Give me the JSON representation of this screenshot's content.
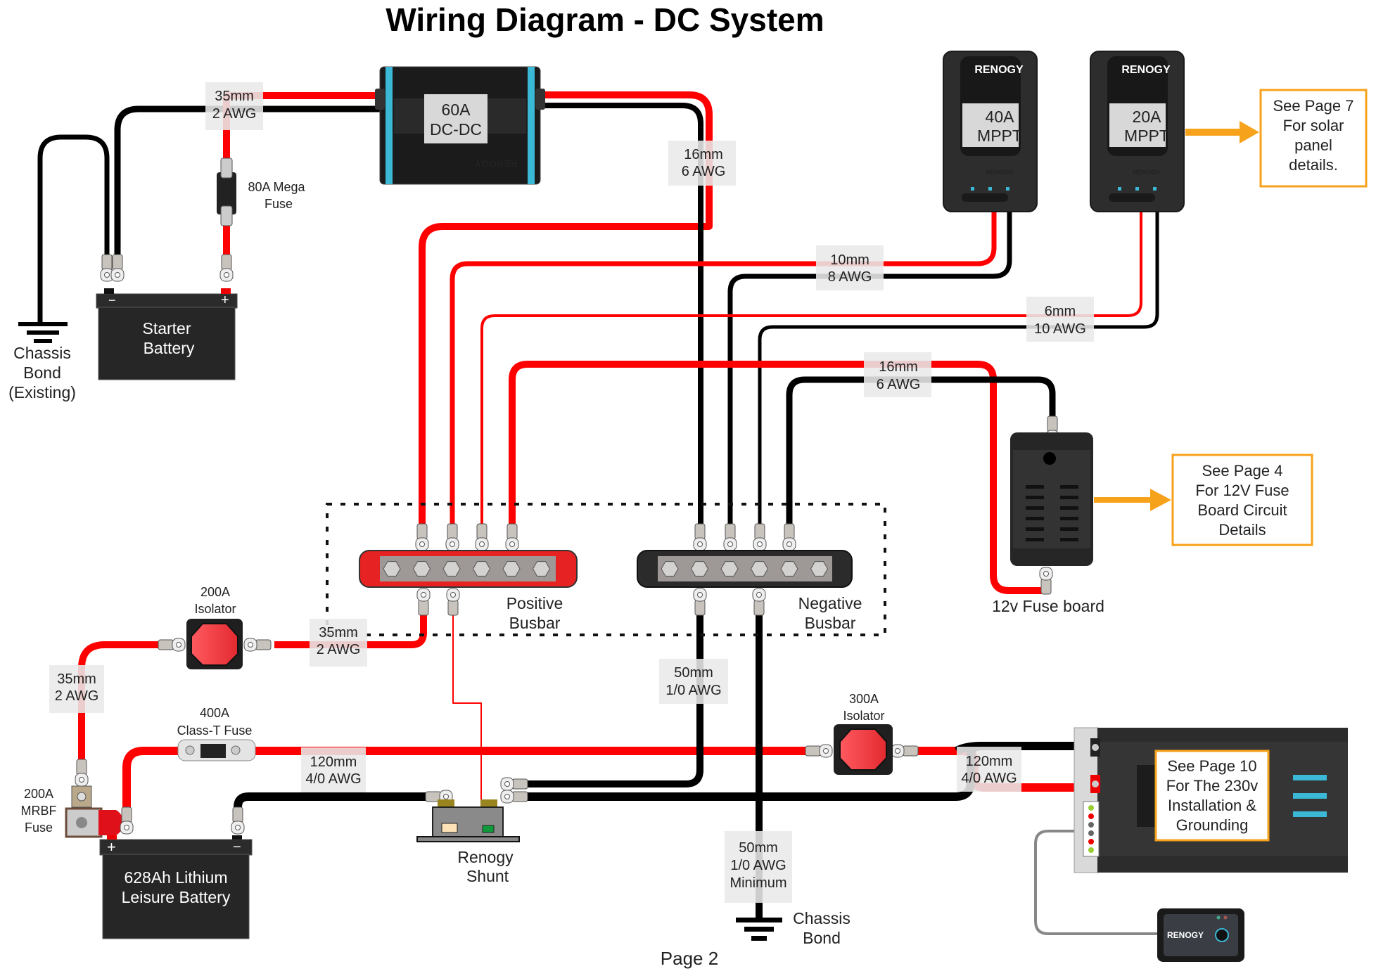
{
  "title": "Wiring Diagram - DC System",
  "footer": "Page 2",
  "colors": {
    "positive_wire": "#ff0000",
    "negative_wire": "#000000",
    "callout_border": "#f7a21b",
    "device_body": "#2a2a2a",
    "accent_teal": "#3bb8d6",
    "label_bg": "#e9e9e9"
  },
  "components": {
    "dcdc": {
      "line1": "60A",
      "line2": "DC-DC",
      "brand": "RENOGY"
    },
    "mppt40": {
      "brand": "RENOGY",
      "line1": "40A",
      "line2": "MPPT",
      "sub_brand": "RENOGY"
    },
    "mppt20": {
      "brand": "RENOGY",
      "line1": "20A",
      "line2": "MPPT",
      "sub_brand": "RENOGY"
    },
    "starter_battery": {
      "line1": "Starter",
      "line2": "Battery",
      "neg": "−",
      "pos": "+"
    },
    "chassis_left": {
      "line1": "Chassis",
      "line2": "Bond",
      "line3": "(Existing)"
    },
    "mega_fuse": {
      "line1": "80A Mega",
      "line2": "Fuse"
    },
    "positive_busbar": {
      "line1": "Positive",
      "line2": "Busbar"
    },
    "negative_busbar": {
      "line1": "Negative",
      "line2": "Busbar"
    },
    "fuse_board": {
      "label": "12v Fuse board"
    },
    "isolator_200": {
      "line1": "200A",
      "line2": "Isolator"
    },
    "isolator_300": {
      "line1": "300A",
      "line2": "Isolator"
    },
    "class_t_fuse": {
      "line1": "400A",
      "line2": "Class-T Fuse"
    },
    "mrbf_fuse": {
      "line1": "200A",
      "line2": "MRBF",
      "line3": "Fuse"
    },
    "lithium_battery": {
      "line1": "628Ah Lithium",
      "line2": "Leisure Battery",
      "pos": "+",
      "neg": "−"
    },
    "shunt": {
      "line1": "Renogy",
      "line2": "Shunt"
    },
    "chassis_right": {
      "line1": "Chassis",
      "line2": "Bond"
    },
    "remote": {
      "brand": "RENOGY"
    }
  },
  "callouts": {
    "solar": {
      "line1": "See Page 7",
      "line2": "For solar",
      "line3": "panel",
      "line4": "details."
    },
    "fuse_board": {
      "line1": "See Page 4",
      "line2": "For 12V Fuse",
      "line3": "Board Circuit",
      "line4": "Details"
    },
    "inverter": {
      "line1": "See Page 10",
      "line2": "For The 230v",
      "line3": "Installation &",
      "line4": "Grounding"
    }
  },
  "wire_labels": {
    "starter_to_dcdc": {
      "mm": "35mm",
      "awg": "2 AWG"
    },
    "dcdc_out": {
      "mm": "16mm",
      "awg": "6 AWG"
    },
    "mppt40": {
      "mm": "10mm",
      "awg": "8 AWG"
    },
    "mppt20": {
      "mm": "6mm",
      "awg": "10 AWG"
    },
    "fuse_board": {
      "mm": "16mm",
      "awg": "6 AWG"
    },
    "isolator_to_busbar": {
      "mm": "35mm",
      "awg": "2 AWG"
    },
    "mrbf_to_isolator": {
      "mm": "35mm",
      "awg": "2 AWG"
    },
    "battery_main": {
      "mm": "120mm",
      "awg": "4/0 AWG"
    },
    "negative_busbar_to_shunt": {
      "mm": "50mm",
      "awg": "1/0 AWG"
    },
    "inverter": {
      "mm": "120mm",
      "awg": "4/0 AWG"
    },
    "chassis_ground": {
      "mm": "50mm",
      "awg": "1/0 AWG",
      "note": "Minimum"
    }
  }
}
